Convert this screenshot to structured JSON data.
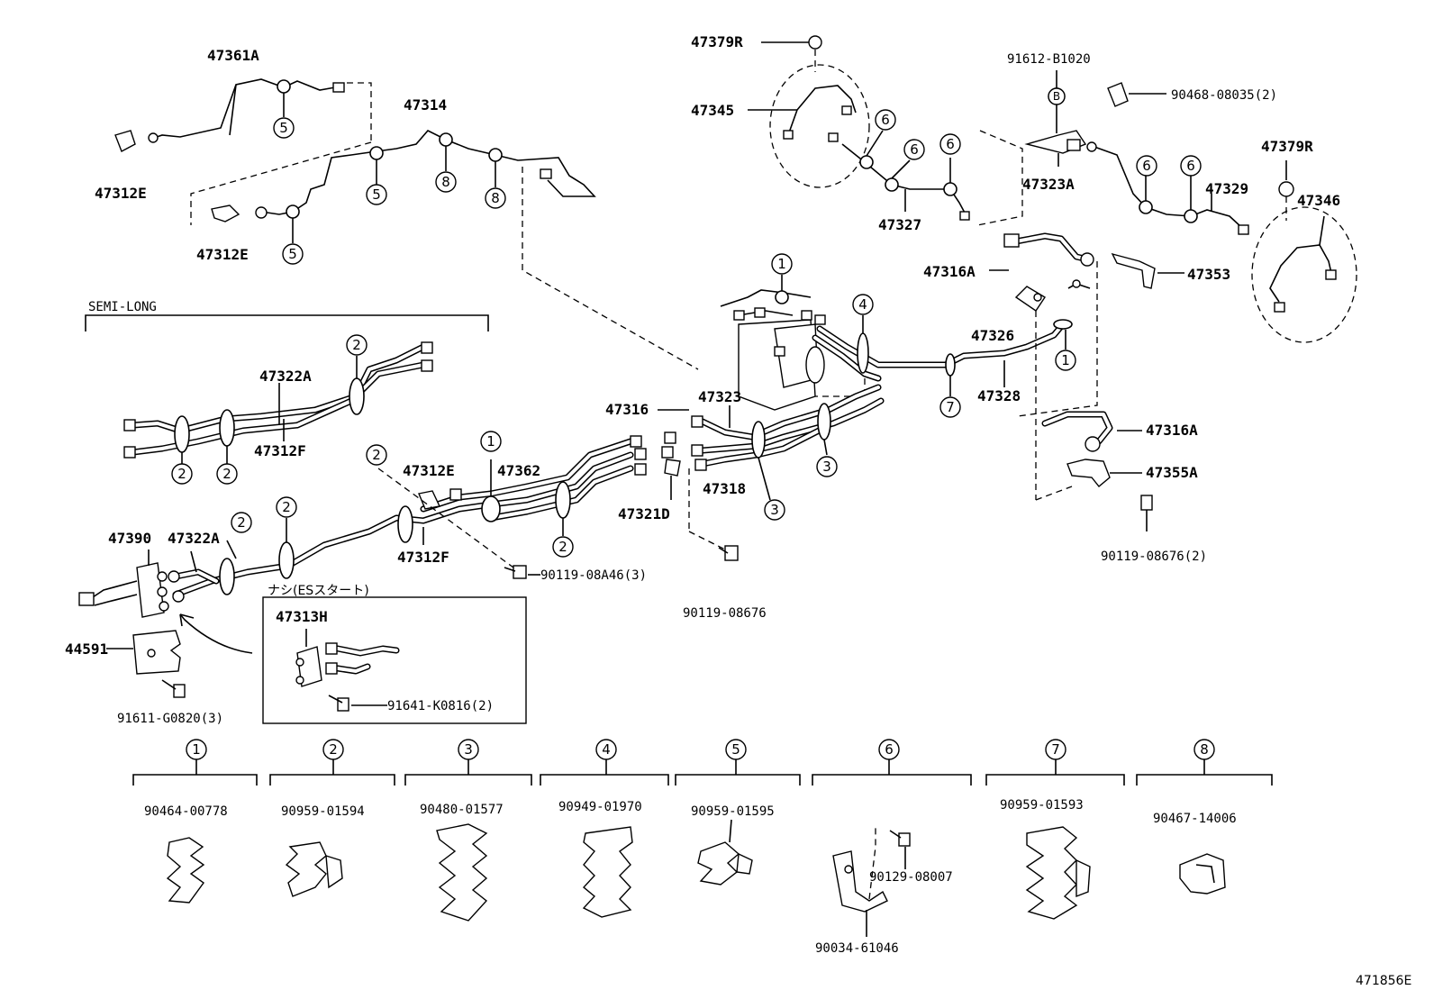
{
  "labels": {
    "p47361A": "47361A",
    "p47312E_a": "47312E",
    "p47312E_b": "47312E",
    "p47314": "47314",
    "p47379R_a": "47379R",
    "p47345": "47345",
    "p47327": "47327",
    "p91612": "91612-B1020",
    "p90468": "90468-08035(2)",
    "p47323A": "47323A",
    "p47329": "47329",
    "p47379R_b": "47379R",
    "p47346": "47346",
    "p47316A_a": "47316A",
    "p47353": "47353",
    "semi_long": "SEMI-LONG",
    "p47322A_a": "47322A",
    "p47312F_a": "47312F",
    "p47326": "47326",
    "p47328": "47328",
    "p47316A_b": "47316A",
    "p47355A": "47355A",
    "p90119_08676_2": "90119-08676(2)",
    "p47316": "47316",
    "p47323": "47323",
    "p47318": "47318",
    "p47321D": "47321D",
    "p90119_08676": "90119-08676",
    "p47312E_c": "47312E",
    "p47362": "47362",
    "p47312F_b": "47312F",
    "p90119_08A46": "90119-08A46(3)",
    "p47390": "47390",
    "p47322A_b": "47322A",
    "p44591": "44591",
    "p91611": "91611-G0820(3)",
    "es_note": "ナシ(ESスタート)",
    "p47313H": "47313H",
    "p91641": "91641-K0816(2)",
    "circle_B": "B",
    "ref_code": "471856E"
  },
  "callouts": {
    "c1": "1",
    "c2": "2",
    "c3": "3",
    "c4": "4",
    "c5": "5",
    "c6": "6",
    "c7": "7",
    "c8": "8"
  },
  "clamps": [
    {
      "key": "1",
      "part": "90464-00778"
    },
    {
      "key": "2",
      "part": "90959-01594"
    },
    {
      "key": "3",
      "part": "90480-01577"
    },
    {
      "key": "4",
      "part": "90949-01970"
    },
    {
      "key": "5",
      "part": "90959-01595"
    },
    {
      "key": "6",
      "part": "90034-61046",
      "extra": "90129-08007"
    },
    {
      "key": "7",
      "part": "90959-01593"
    },
    {
      "key": "8",
      "part": "90467-14006"
    }
  ]
}
